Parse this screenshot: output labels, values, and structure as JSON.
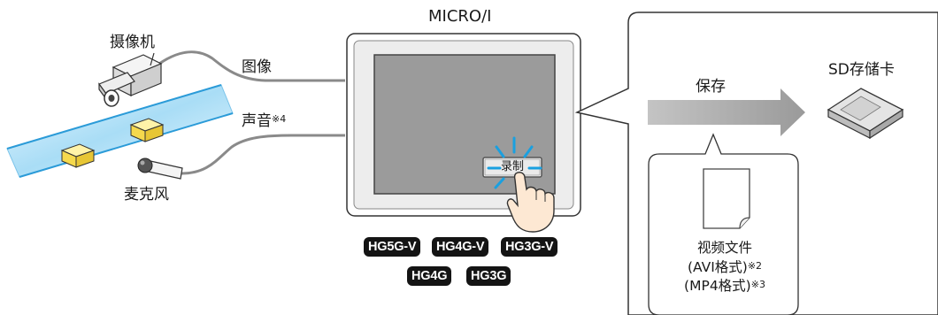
{
  "device": {
    "name": "MICRO/I",
    "record_button": "录制"
  },
  "devices_left": [
    {
      "label": "摄像机",
      "icon": "camera-icon"
    },
    {
      "label": "麦克风",
      "icon": "microphone-icon"
    }
  ],
  "connections": {
    "image": {
      "label": "图像"
    },
    "audio": {
      "label": "声音",
      "note": "※4"
    }
  },
  "save": {
    "arrow_label": "保存"
  },
  "storage": {
    "label": "SD存储卡",
    "icon": "sd-card-icon"
  },
  "file": {
    "title": "视频文件",
    "formats": [
      {
        "text": "(AVI格式)",
        "note": "※2"
      },
      {
        "text": "(MP4格式)",
        "note": "※3"
      }
    ],
    "icon": "document-icon"
  },
  "models": {
    "row1": [
      "HG5G-V",
      "HG4G-V",
      "HG3G-V"
    ],
    "row2": [
      "HG4G",
      "HG3G"
    ]
  },
  "colors": {
    "panel_fill": "#9b9b9b",
    "arrow_fill": "#a8a8a8",
    "conveyor": "#b9e3f7",
    "box": "#f7df6a",
    "badge": "#141414"
  }
}
